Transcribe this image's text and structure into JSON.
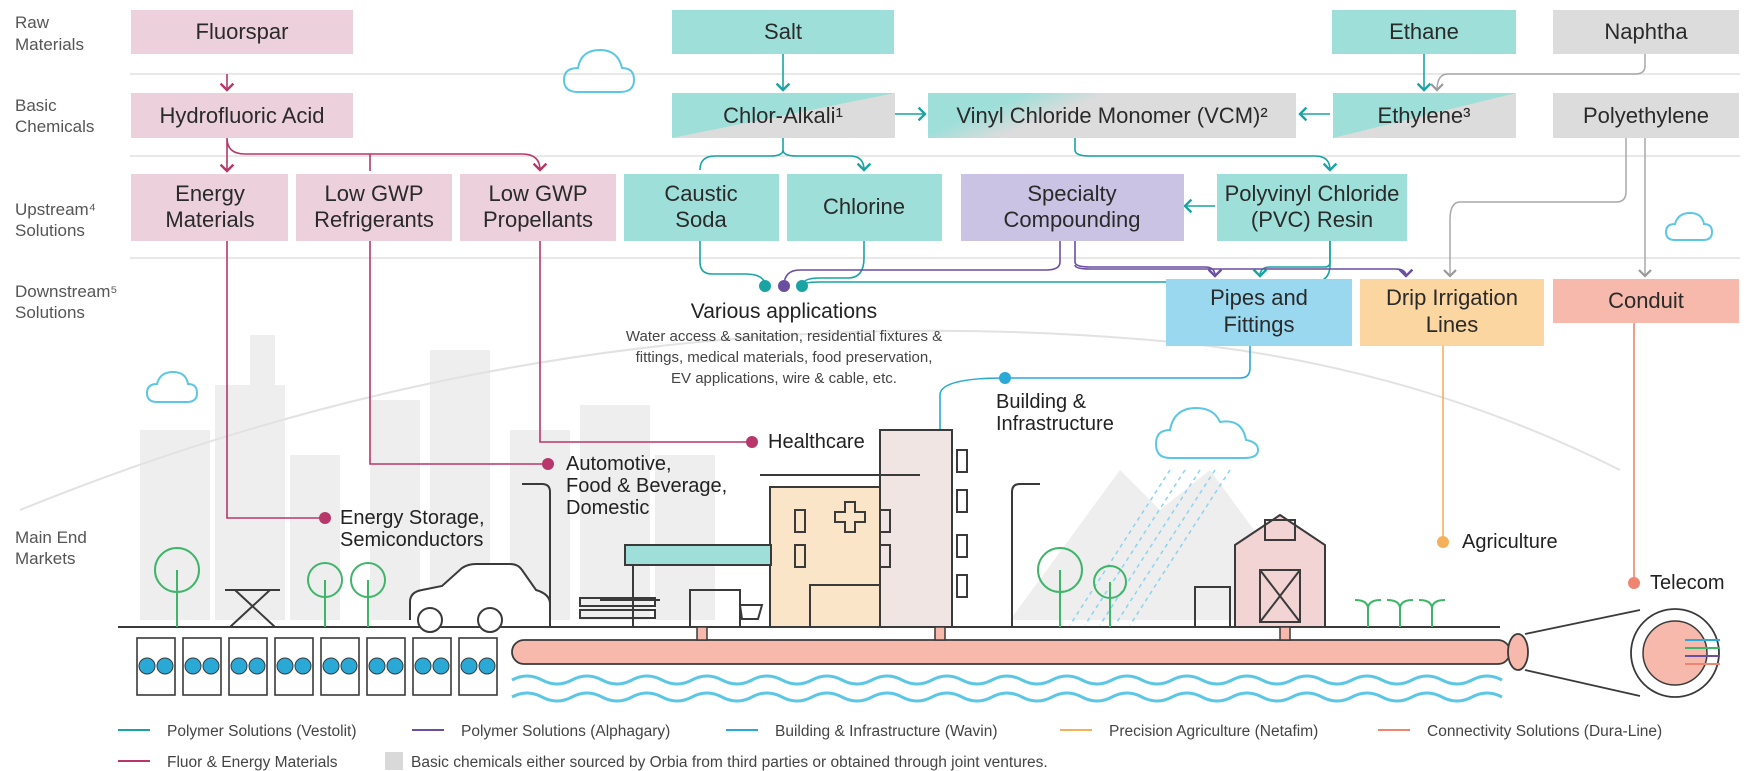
{
  "rows": [
    {
      "line1": "Raw",
      "line2": "Materials"
    },
    {
      "line1": "Basic",
      "line2": "Chemicals"
    },
    {
      "line1": "Upstream⁴",
      "line2": "Solutions"
    },
    {
      "line1": "Downstream⁵",
      "line2": "Solutions"
    },
    {
      "line1": "Main End",
      "line2": "Markets"
    }
  ],
  "boxes": {
    "fluorspar": [
      "Fluorspar"
    ],
    "salt": [
      "Salt"
    ],
    "ethane": [
      "Ethane"
    ],
    "naphtha": [
      "Naphtha"
    ],
    "hf_acid": [
      "Hydrofluoric Acid"
    ],
    "chlor_alkali": [
      "Chlor-Alkali¹"
    ],
    "vcm": [
      "Vinyl Chloride Monomer (VCM)²"
    ],
    "ethylene": [
      "Ethylene³"
    ],
    "polyethylene": [
      "Polyethylene"
    ],
    "energy_materials": [
      "Energy",
      "Materials"
    ],
    "low_gwp_refrigerants": [
      "Low GWP",
      "Refrigerants"
    ],
    "low_gwp_propellants": [
      "Low GWP",
      "Propellants"
    ],
    "caustic_soda": [
      "Caustic",
      "Soda"
    ],
    "chlorine": [
      "Chlorine"
    ],
    "specialty_compounding": [
      "Specialty",
      "Compounding"
    ],
    "pvc_resin": [
      "Polyvinyl Chloride",
      "(PVC) Resin"
    ],
    "pipes_fittings": [
      "Pipes and",
      "Fittings"
    ],
    "drip_irrigation": [
      "Drip Irrigation",
      "Lines"
    ],
    "conduit": [
      "Conduit"
    ]
  },
  "various": {
    "title": "Various applications",
    "desc": [
      "Water access & sanitation, residential fixtures &",
      "fittings, medical materials, food preservation,",
      "EV applications, wire & cable, etc."
    ]
  },
  "markets": {
    "healthcare": [
      "Healthcare"
    ],
    "automotive": [
      "Automotive,",
      "Food & Beverage,",
      "Domestic"
    ],
    "energy_storage": [
      "Energy Storage,",
      "Semiconductors"
    ],
    "building": [
      "Building &",
      "Infrastructure"
    ],
    "agriculture": [
      "Agriculture"
    ],
    "telecom": [
      "Telecom"
    ]
  },
  "legend": [
    {
      "label": "Polymer Solutions (Vestolit)",
      "color": "#1aa3a3"
    },
    {
      "label": "Polymer Solutions (Alphagary)",
      "color": "#6a4fa0"
    },
    {
      "label": "Building & Infrastructure (Wavin)",
      "color": "#2aa9d6"
    },
    {
      "label": "Precision Agriculture (Netafim)",
      "color": "#f5b15a"
    },
    {
      "label": "Connectivity Solutions (Dura-Line)",
      "color": "#ef8470"
    },
    {
      "label": "Fluor & Energy Materials",
      "color": "#b8376a"
    },
    {
      "label": "Basic chemicals either sourced by Orbia from third parties or obtained through joint ventures.",
      "color": "#d9d9d9"
    }
  ],
  "colors": {
    "fluor_box": "#ecd0dc",
    "teal_box": "#9fdfd9",
    "gray_box": "#dcdcdc",
    "purple_box": "#cbc3e3",
    "blue_box": "#9ad8f0",
    "orange_box": "#fbd6a1",
    "salmon_box": "#f6b9ab",
    "fluor_line": "#b8376a",
    "teal_line": "#1aa3a3",
    "purple_line": "#6a4fa0",
    "blue_line": "#2aa9d6",
    "orange_line": "#f5b15a",
    "salmon_line": "#ef8470"
  }
}
